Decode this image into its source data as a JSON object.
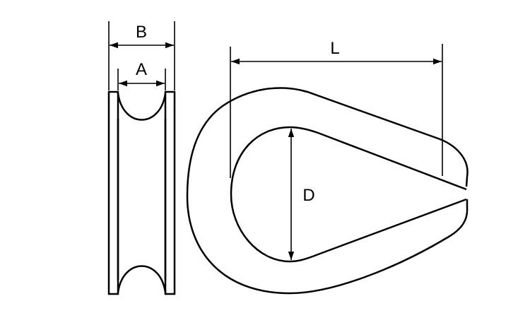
{
  "diagram": {
    "labels": {
      "b": "B",
      "a": "A",
      "l": "L",
      "d": "D"
    },
    "colors": {
      "stroke": "#000000",
      "background": "#ffffff"
    }
  }
}
